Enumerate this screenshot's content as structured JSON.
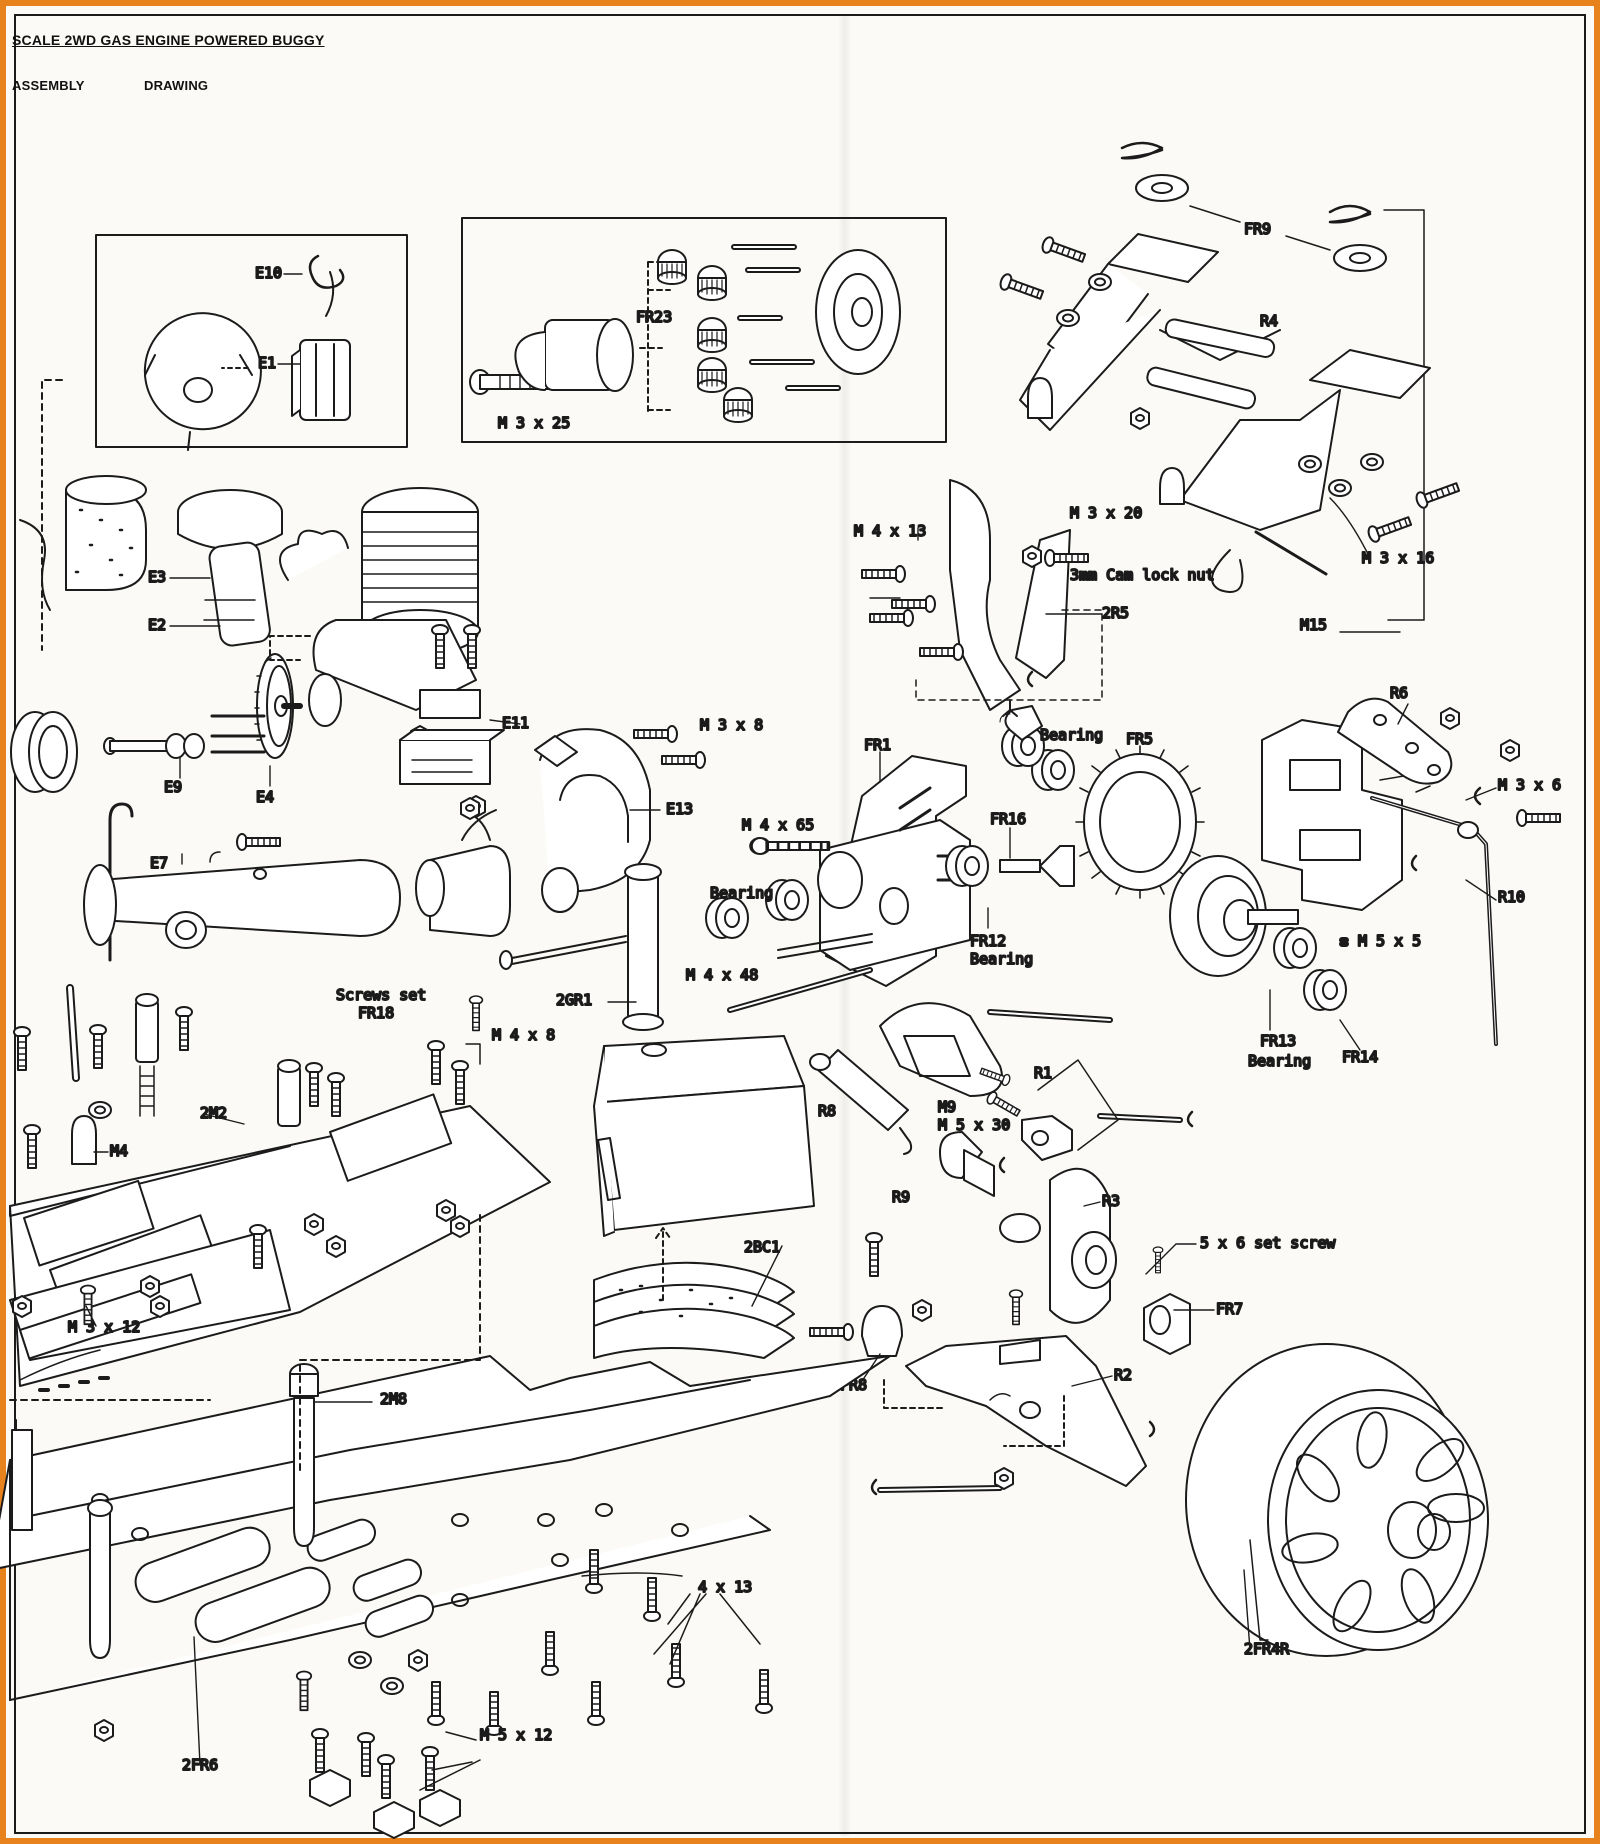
{
  "header": {
    "title": "SCALE 2WD GAS ENGINE POWERED BUGGY",
    "subtitle_left": "ASSEMBLY",
    "subtitle_right": "DRAWING"
  },
  "labels": {
    "E10": "E10",
    "E1": "E1",
    "FR23": "FR23",
    "M3x25": "M 3 x 25",
    "FR9": "FR9",
    "R4": "R4",
    "E3": "E3",
    "E2": "E2",
    "E9": "E9",
    "E4": "E4",
    "E11": "E11",
    "E13": "E13",
    "E7": "E7",
    "M4x13": "M 4 x 13",
    "M3x20": "M 3 x 20",
    "cam_lock_nut": "3mm Cam lock nut",
    "M3x16": "M 3 x 16",
    "M15": "M15",
    "2R5": "2R5",
    "R6": "R6",
    "M3x8": "M 3 x 8",
    "FR1": "FR1",
    "Bearing_top": "Bearing",
    "FR5": "FR5",
    "M3x6": "M 3 x 6",
    "M4x65": "M 4 x 65",
    "FR16": "FR16",
    "Bearing_mid": "Bearing",
    "R10": "R10",
    "FR12": "FR12",
    "FR12_bearing": "Bearing",
    "M5x5": "M 5 x 5",
    "M4x48": "M 4 x 48",
    "2GR1": "2GR1",
    "screws_set": "Screws set",
    "FR18": "FR18",
    "M4x8": "M 4 x 8",
    "FR13": "FR13",
    "FR13_bearing": "Bearing",
    "FR14": "FR14",
    "R1": "R1",
    "2M2": "2M2",
    "M4": "M4",
    "R8": "R8",
    "M9": "M9",
    "M5x30": "M 5 x 30",
    "R9": "R9",
    "R3": "R3",
    "set_screw": "5 x 6 set screw",
    "M3x12": "M 3 x 12",
    "2BC1": "2BC1",
    "FR7": "FR7",
    "FR8": "FR8",
    "R2": "R2",
    "2M8": "2M8",
    "4x13": "4 x 13",
    "2FR4R": "2FR4R",
    "M5x12": "M 5 x 12",
    "2FR6": "2FR6"
  }
}
